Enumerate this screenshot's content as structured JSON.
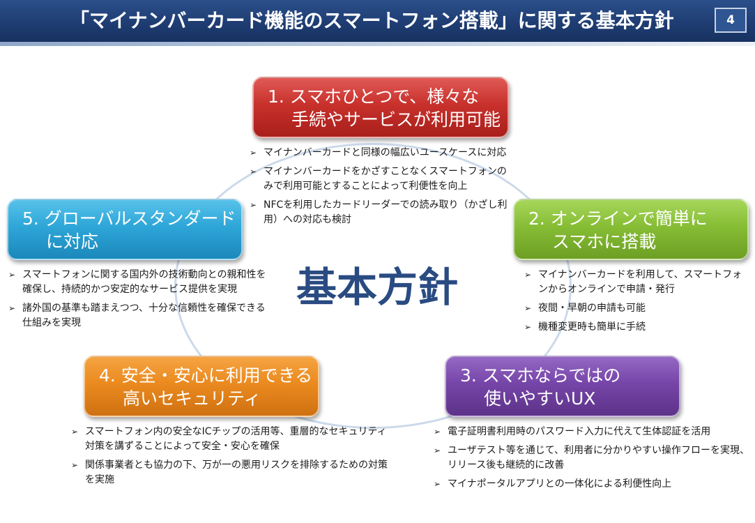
{
  "header": {
    "title": "「マイナンバーカード機能のスマートフォン搭載」に関する基本方針",
    "page_number": "4"
  },
  "center_label": "基本方針",
  "principles": [
    {
      "line1": "1. スマホひとつで、様々な",
      "line2": "手続やサービスが利用可能",
      "color": "#c8312c",
      "bullets": [
        "マイナンバーカードと同様の幅広いユースケースに対応",
        "マイナンバーカードをかざすことなくスマートフォンのみで利用可能とすることによって利便性を向上",
        "NFCを利用したカードリーダーでの読み取り（かざし利用）への対応も検討"
      ]
    },
    {
      "line1": "2. オンラインで簡単に",
      "line2": "スマホに搭載",
      "color": "#86bd35",
      "bullets": [
        "マイナンバーカードを利用して、スマートフォンからオンラインで申請・発行",
        "夜間・早朝の申請も可能",
        "機種変更時も簡単に手続"
      ]
    },
    {
      "line1": "3. スマホならではの",
      "line2": "使いやすいUX",
      "color": "#7645a8",
      "bullets": [
        "電子証明書利用時のパスワード入力に代えて生体認証を活用",
        "ユーザテスト等を通じて、利用者に分かりやすい操作フローを実現、リリース後も継続的に改善",
        "マイナポータルアプリとの一体化による利便性向上"
      ]
    },
    {
      "line1": "4. 安全・安心に利用できる",
      "line2": "高いセキュリティ",
      "color": "#ea8a1f",
      "bullets": [
        "スマートフォン内の安全なICチップの活用等、重層的なセキュリティ対策を講ずることによって安全・安心を確保",
        "関係事業者とも協力の下、万が一の悪用リスクを排除するための対策を実施"
      ]
    },
    {
      "line1": "5. グローバルスタンダード",
      "line2": "に対応",
      "color": "#2ea6d8",
      "bullets": [
        "スマートフォンに関する国内外の技術動向との親和性を確保し、持続的かつ安定的なサービス提供を実現",
        "諸外国の基準も踏まえつつ、十分な信頼性を確保できる仕組みを実現"
      ]
    }
  ]
}
